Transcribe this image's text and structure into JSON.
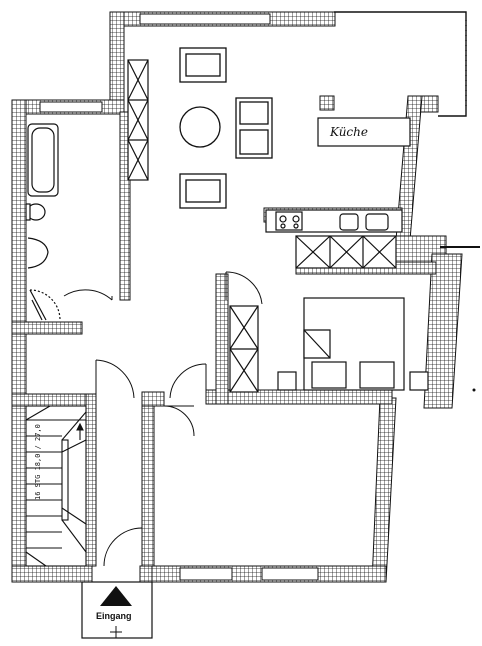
{
  "plan": {
    "kitchen_label": "Küche",
    "entrance_label": "Eingang",
    "stair_label": "16 STG 18,0 / 27,0"
  },
  "colors": {
    "ink": "#111111",
    "paper": "#ffffff"
  }
}
